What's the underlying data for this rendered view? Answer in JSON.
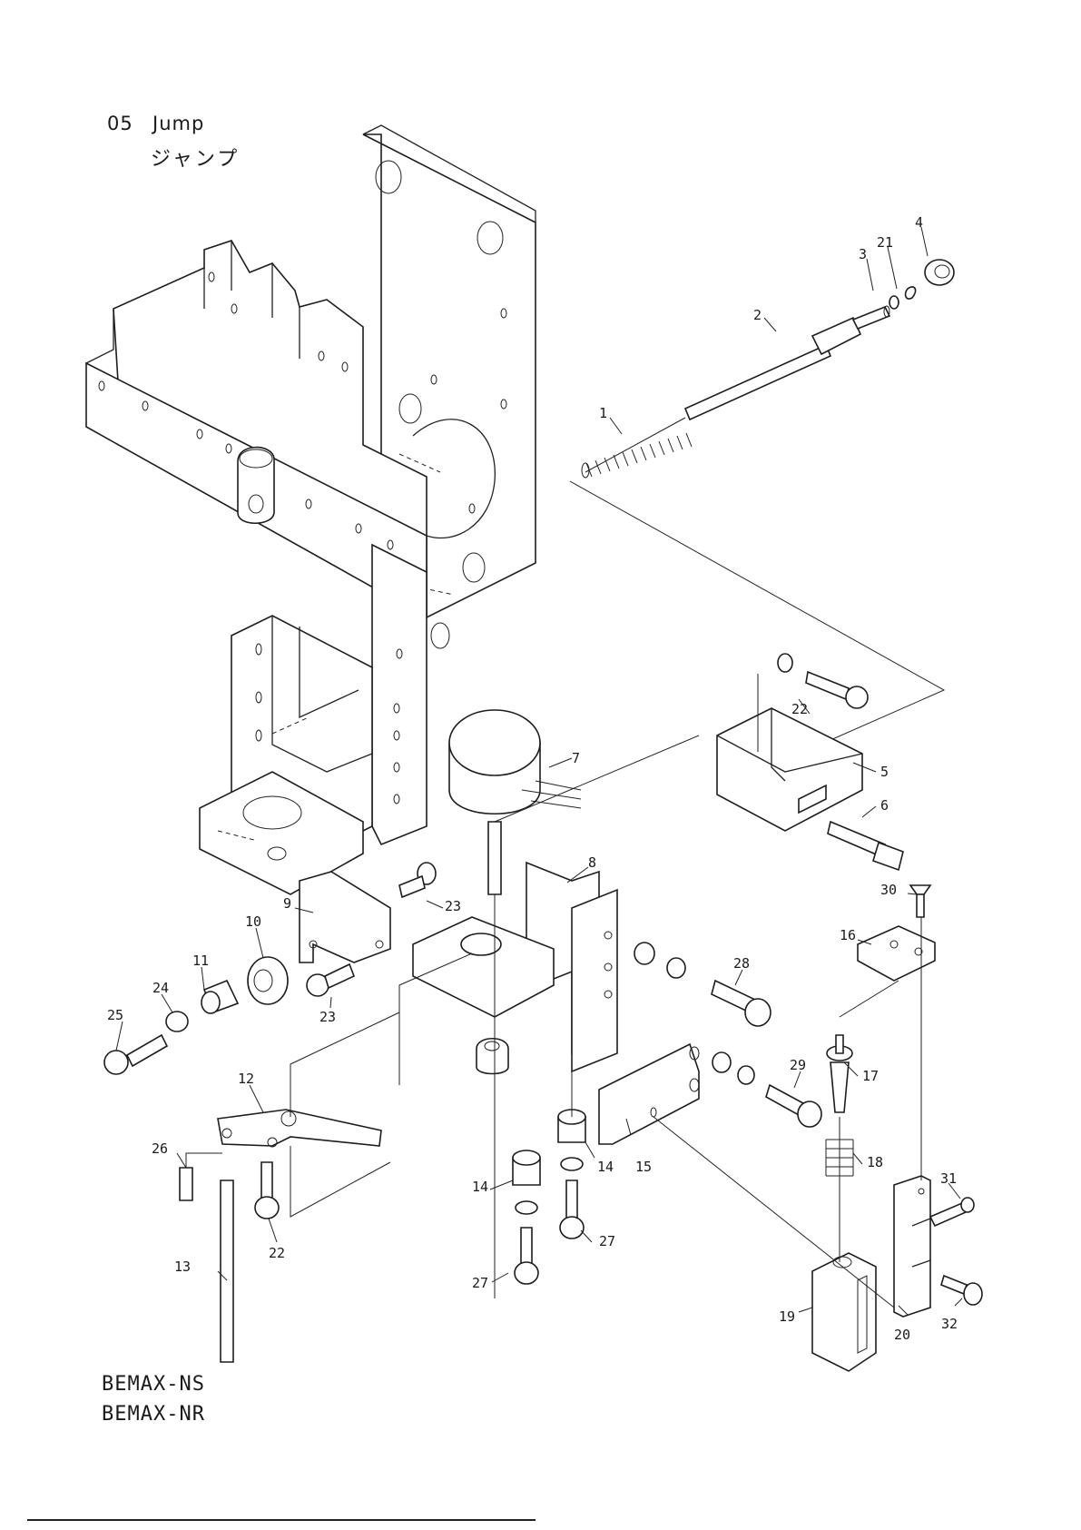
{
  "header": {
    "section_number": "05",
    "title": "Jump",
    "title_jp": "ジャンプ"
  },
  "models": [
    "BEMAX-NS",
    "BEMAX-NR"
  ],
  "callouts": [
    "1",
    "2",
    "3",
    "4",
    "21",
    "22",
    "5",
    "6",
    "7",
    "8",
    "9",
    "10",
    "11",
    "23",
    "23",
    "24",
    "25",
    "28",
    "29",
    "30",
    "16",
    "17",
    "12",
    "26",
    "13",
    "22",
    "14",
    "14",
    "15",
    "18",
    "31",
    "19",
    "20",
    "32",
    "27",
    "27"
  ],
  "colors": {
    "ink": "#1d1d1d",
    "paper": "#ffffff"
  }
}
